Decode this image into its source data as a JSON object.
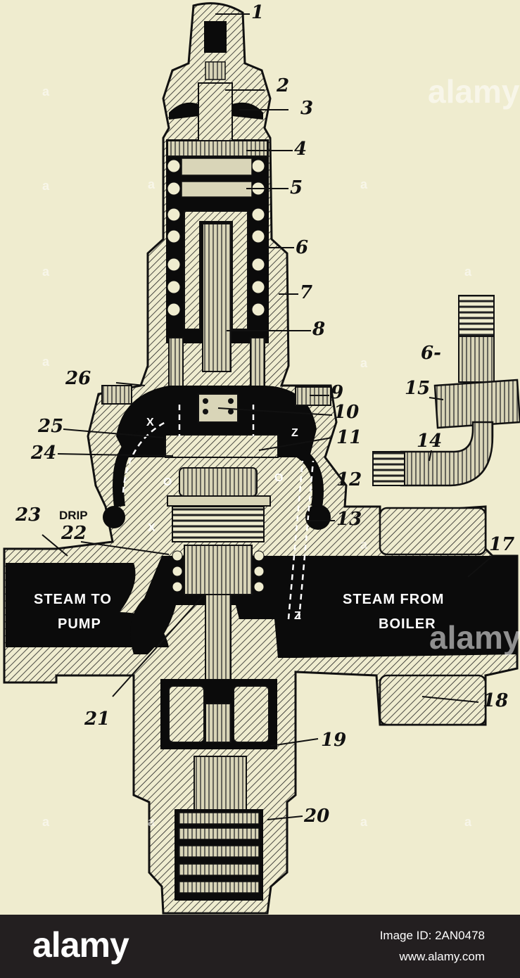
{
  "figure": {
    "callouts": [
      "1",
      "2",
      "3",
      "4",
      "5",
      "6",
      "7",
      "8",
      "26",
      "9",
      "10",
      "25",
      "11",
      "24",
      "12",
      "23",
      "13",
      "22",
      "17",
      "21",
      "18",
      "19",
      "20",
      "6-",
      "15",
      "14"
    ],
    "drip_label": "DRIP",
    "steam_to_pump": [
      "STEAM TO",
      "PUMP"
    ],
    "steam_from_boiler": [
      "STEAM FROM",
      "BOILER"
    ],
    "path_marks": [
      "X",
      "Z",
      "X",
      "Z",
      "O",
      "O",
      "X",
      "Z"
    ]
  },
  "watermark": {
    "text": "alamy",
    "badge": "a"
  },
  "footer": {
    "brand": "alamy",
    "image_id": "Image ID: 2AN0478",
    "site": "www.alamy.com"
  }
}
